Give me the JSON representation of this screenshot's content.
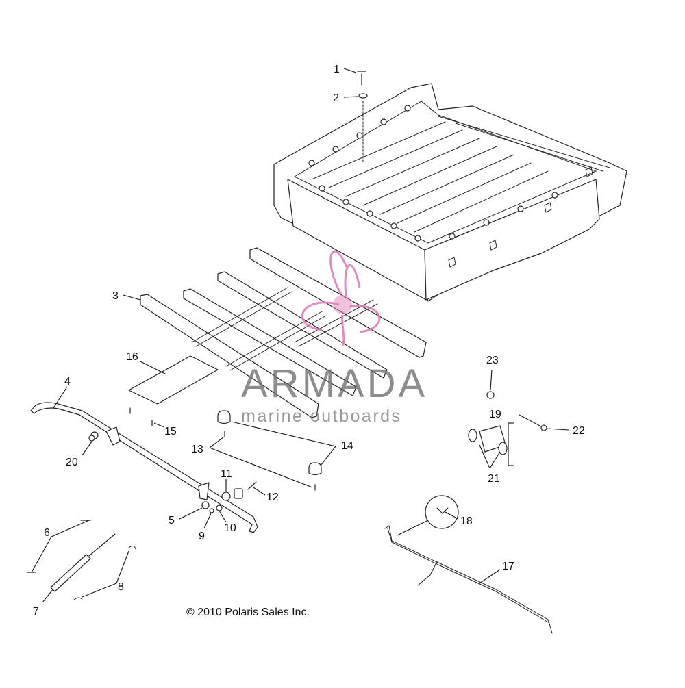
{
  "diagram": {
    "callouts": [
      "1",
      "2",
      "3",
      "4",
      "5",
      "6",
      "7",
      "8",
      "9",
      "10",
      "11",
      "12",
      "13",
      "14",
      "15",
      "16",
      "17",
      "18",
      "19",
      "20",
      "21",
      "22",
      "23"
    ],
    "copyright": "© 2010 Polaris Sales Inc.",
    "line_color": "#222222",
    "background_color": "#ffffff"
  },
  "watermark": {
    "brand": "ARMADA",
    "tagline": "marine outboards",
    "logo_color": "#e07fb8",
    "text_color": "#6b6b6b"
  }
}
